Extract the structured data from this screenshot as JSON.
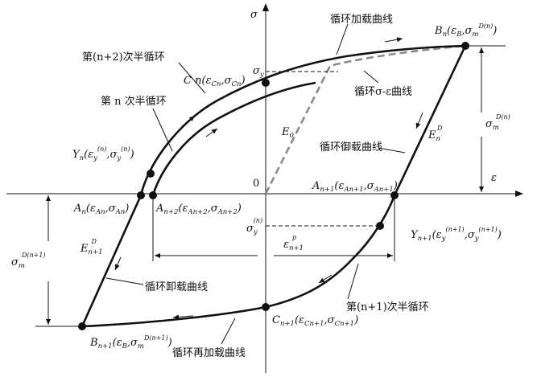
{
  "colors": {
    "curve": "#111111",
    "monotonic": "#8a8a8a",
    "axis": "#111111",
    "background": "#ffffff"
  },
  "axes": {
    "sigma": "σ",
    "epsilon": "ε",
    "origin": "0"
  },
  "curve_labels": {
    "reloading_top": "循环加载曲线",
    "monotonic": "循环σ-ε曲线",
    "unloading_right": "循环御载曲线",
    "unloading_left": "循环卸载曲线",
    "reloading_bottom": "循环再加载曲线",
    "half_cycle_n_plus_2": "第(n+2)次半循环",
    "half_cycle_n": "第 n 次半循环",
    "half_cycle_n_plus_1": "第(n+1)次半循环"
  },
  "point_labels": {
    "Bn": {
      "base": "B",
      "sub": "n",
      "text": "(ε",
      "eps_sub": "B",
      "mid": ",σ",
      "sig_sub": "m",
      "sig_sup": "D(n)",
      "close": ")"
    },
    "Bn1": {
      "base": "B",
      "sub": "n+1",
      "text": "(ε",
      "eps_sub": "B",
      "mid": ",σ",
      "sig_sub": "m",
      "sig_sup": "D(n+1)",
      "close": ")"
    },
    "Cn": {
      "base": "C n",
      "text": "(ε",
      "eps_sub": "Cn",
      "mid": ",σ",
      "sig_sub": "Cn",
      "close": ")"
    },
    "Cn1": {
      "base": "C",
      "sub": "n+1",
      "text": "(ε",
      "eps_sub": "Cn+1",
      "mid": ",σ",
      "sig_sub": "Cn+1",
      "close": ")"
    },
    "Yn": {
      "base": "Y",
      "sub": "n",
      "text": "(ε",
      "eps_sub": "y",
      "eps_sup": "(n)",
      "mid": ",σ",
      "sig_sub": "y",
      "sig_sup": "(n)",
      "close": ")"
    },
    "Yn1": {
      "base": "Y",
      "sub": "n+1",
      "text": "(ε",
      "eps_sub": "y",
      "eps_sup": "(n+1)",
      "mid": ",σ",
      "sig_sub": "y",
      "sig_sup": "(n+1)",
      "close": ")"
    },
    "An": {
      "base": "A",
      "sub": "n",
      "text": "(ε",
      "eps_sub": "An",
      "mid": ",σ",
      "sig_sub": "An",
      "close": ")"
    },
    "An2": {
      "base": "A",
      "sub": "n+2",
      "text": "(ε",
      "eps_sub": "An+2",
      "mid": ",σ",
      "sig_sub": "An+2",
      "close": ")"
    },
    "An1": {
      "base": "A",
      "sub": "n+1",
      "text": "(ε",
      "eps_sub": "An+1",
      "mid": ",σ",
      "sig_sub": "An+1",
      "close": ")"
    }
  },
  "quantity_labels": {
    "sigma_y": {
      "base": "σ",
      "sub": "y"
    },
    "sigma_y_n": {
      "base": "σ",
      "sub": "y",
      "sup": "(n)"
    },
    "E0": {
      "base": "E",
      "sub": "0"
    },
    "EnD": {
      "base": "E",
      "sub": "n",
      "sup": "D"
    },
    "En1D": {
      "base": "E",
      "sub": "n+1",
      "sup": "D"
    },
    "sigma_m_Dn": {
      "base": "σ",
      "sub": "m",
      "sup": "D(n)"
    },
    "sigma_m_Dn1": {
      "base": "σ",
      "sub": "m",
      "sup": "D(n+1)"
    },
    "eps_p": {
      "base": "ε",
      "sub": "n+1",
      "sup": "p"
    },
    "eps_right": "ε"
  }
}
